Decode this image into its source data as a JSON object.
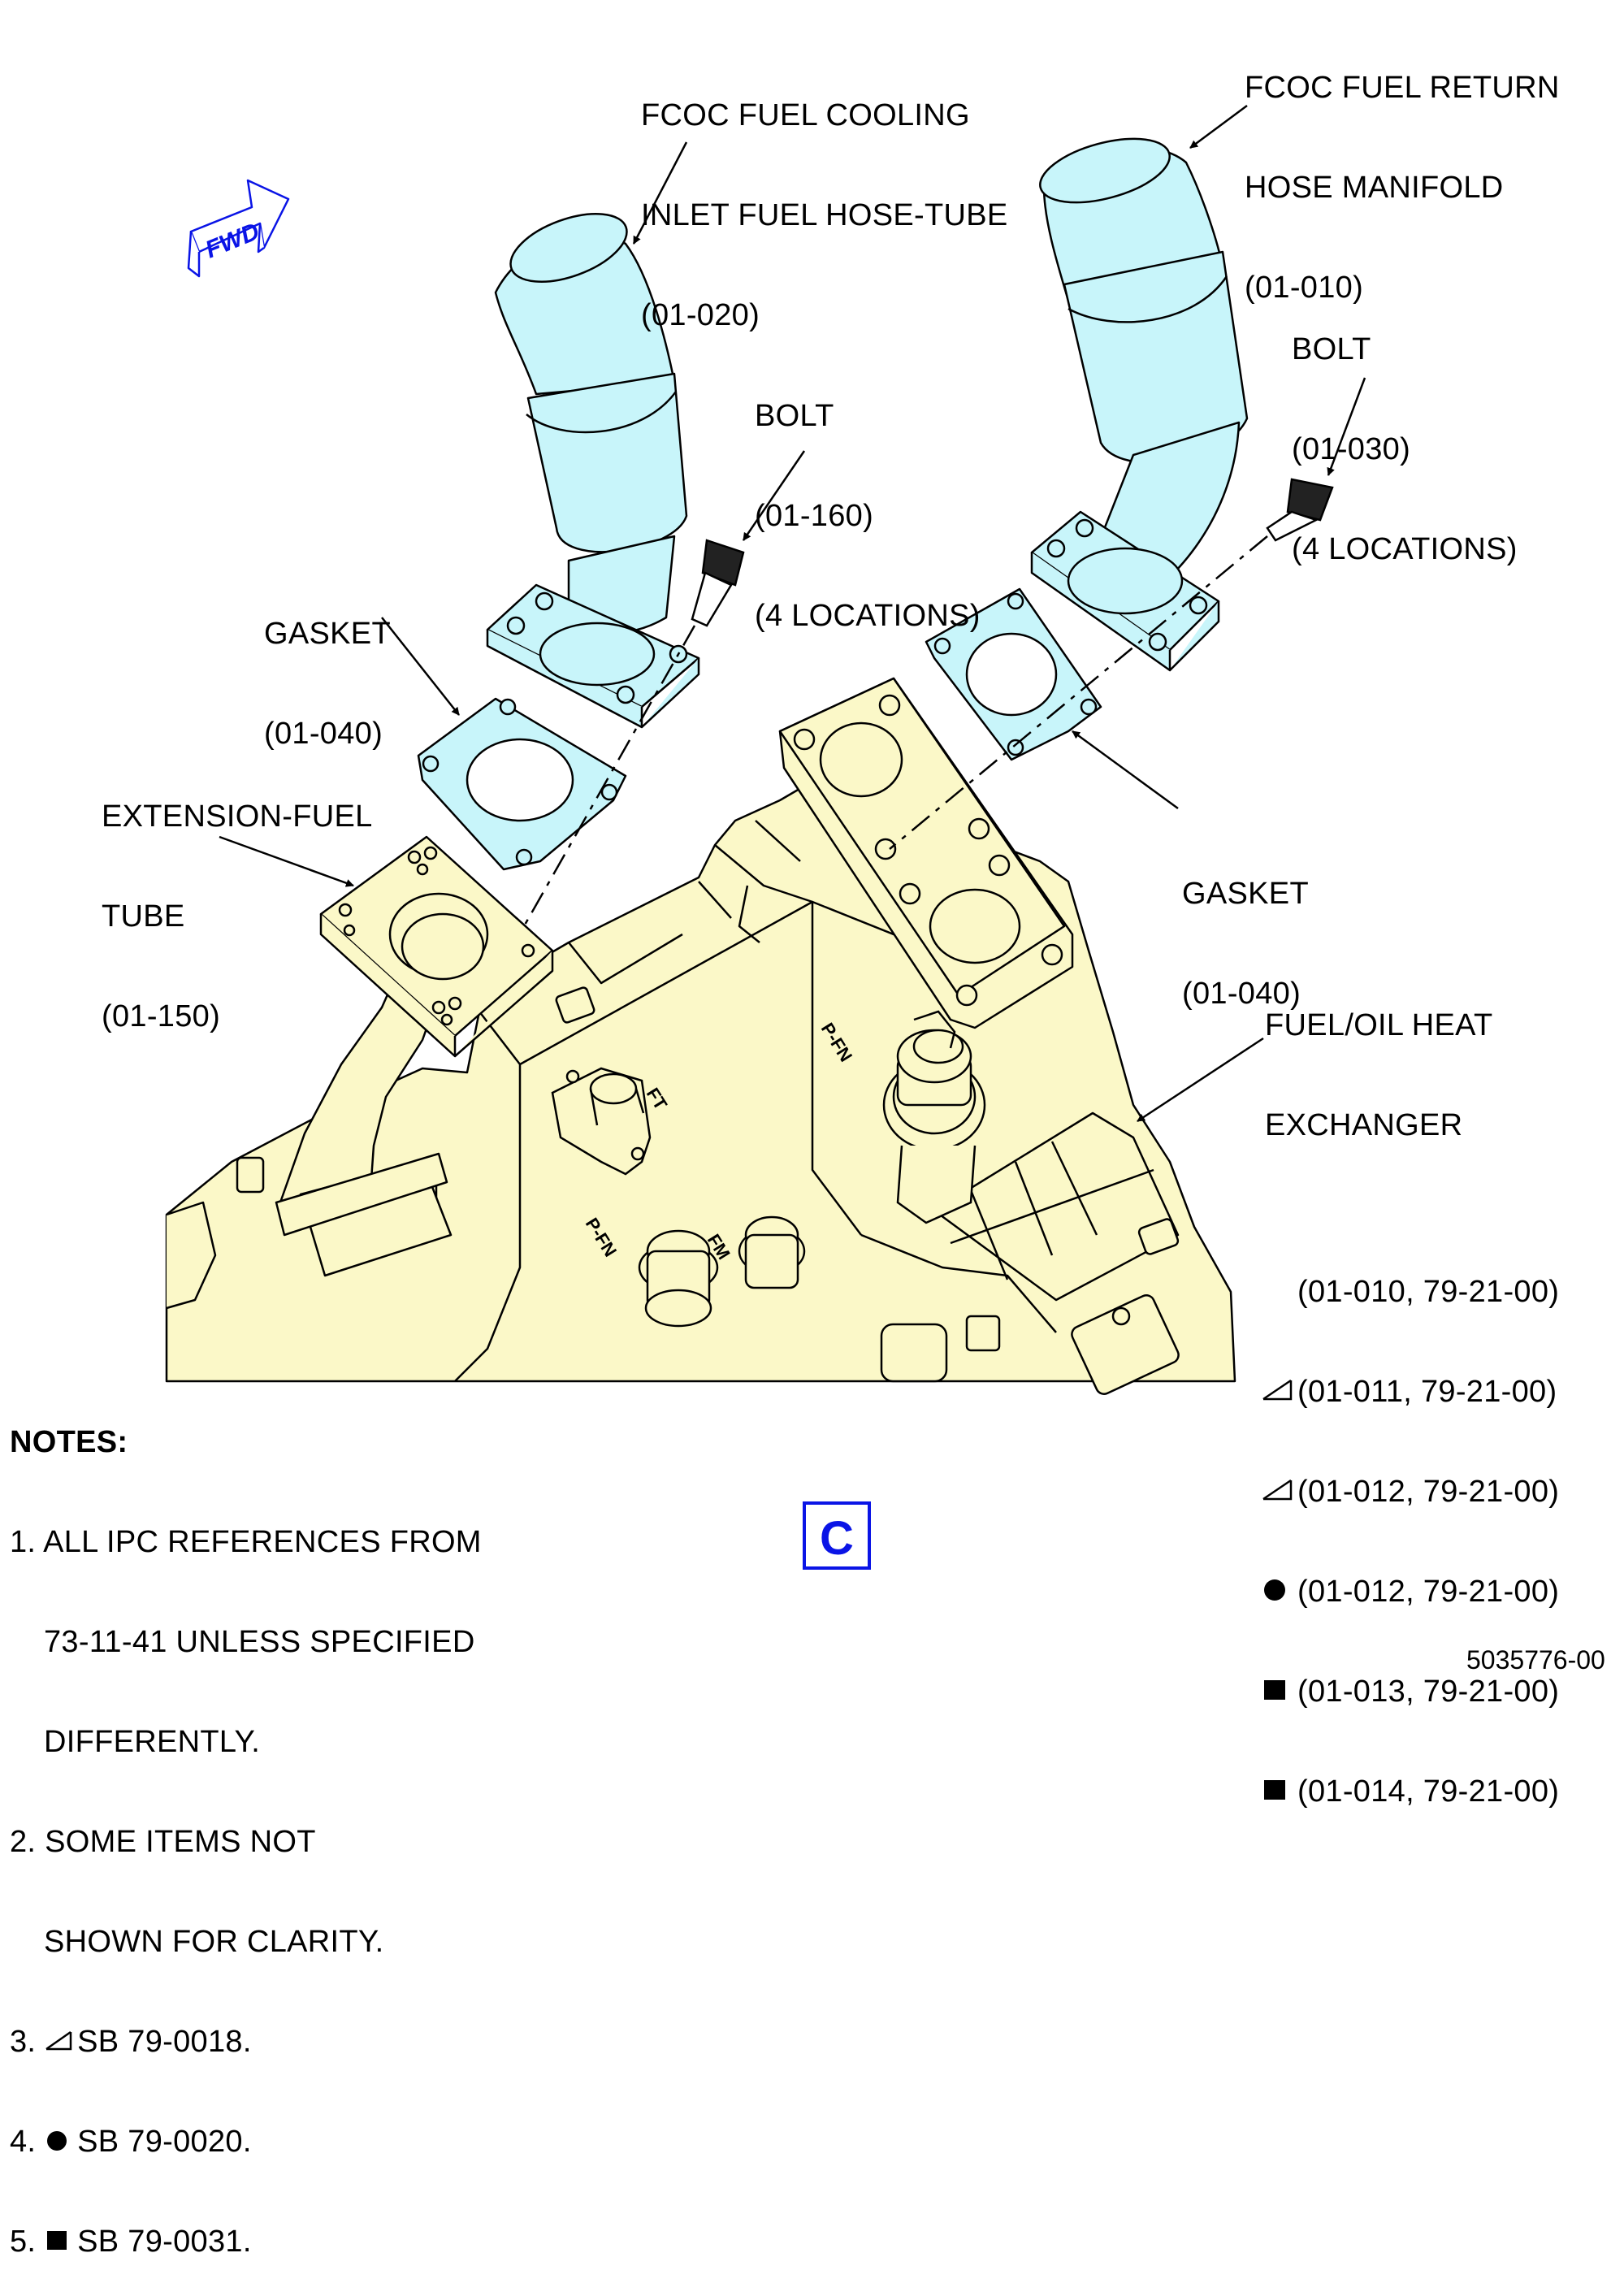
{
  "labels": {
    "inlet_hose": [
      "FCOC FUEL COOLING",
      "INLET FUEL HOSE-TUBE",
      "(01-020)"
    ],
    "return_manifold": [
      "FCOC FUEL RETURN",
      "HOSE MANIFOLD",
      "(01-010)"
    ],
    "bolt_left": [
      "BOLT",
      "(01-160)",
      "(4 LOCATIONS)"
    ],
    "bolt_right": [
      "BOLT",
      "(01-030)",
      "(4 LOCATIONS)"
    ],
    "gasket_left": [
      "GASKET",
      "(01-040)"
    ],
    "gasket_right": [
      "GASKET",
      "(01-040)"
    ],
    "extension_tube": [
      "EXTENSION-FUEL",
      "TUBE",
      "(01-150)"
    ],
    "heat_exchanger": {
      "title": [
        "FUEL/OIL HEAT",
        "EXCHANGER"
      ],
      "refs": [
        {
          "marker": "",
          "text": "(01-010, 79-21-00)"
        },
        {
          "marker": "triangle",
          "text": "(01-011, 79-21-00)"
        },
        {
          "marker": "triangle",
          "text": "(01-012, 79-21-00)"
        },
        {
          "marker": "circle",
          "text": "(01-012, 79-21-00)"
        },
        {
          "marker": "square",
          "text": "(01-013, 79-21-00)"
        },
        {
          "marker": "square",
          "text": "(01-014, 79-21-00)"
        }
      ]
    }
  },
  "notes": {
    "title": "NOTES:",
    "items": [
      {
        "num": "1.",
        "lines": [
          "ALL IPC REFERENCES FROM",
          "73-11-41 UNLESS SPECIFIED",
          "DIFFERENTLY."
        ]
      },
      {
        "num": "2.",
        "lines": [
          "SOME ITEMS NOT",
          "SHOWN FOR CLARITY."
        ]
      },
      {
        "num": "3.",
        "marker": "triangle",
        "lines": [
          "SB 79-0018."
        ]
      },
      {
        "num": "4.",
        "marker": "circle",
        "lines": [
          "SB 79-0020."
        ]
      },
      {
        "num": "5.",
        "marker": "square",
        "lines": [
          "SB 79-0031."
        ]
      }
    ]
  },
  "fwd_label": "FWD",
  "view_id": "C",
  "drawing_number": "5035776-00",
  "part_markings": [
    "P-FN",
    "P-FN",
    "FM",
    "FT"
  ],
  "colors": {
    "tube_fill": "#c8f5fa",
    "housing_fill": "#fbf8c8",
    "fwd_blue": "#0a14e6",
    "line": "#000000"
  }
}
